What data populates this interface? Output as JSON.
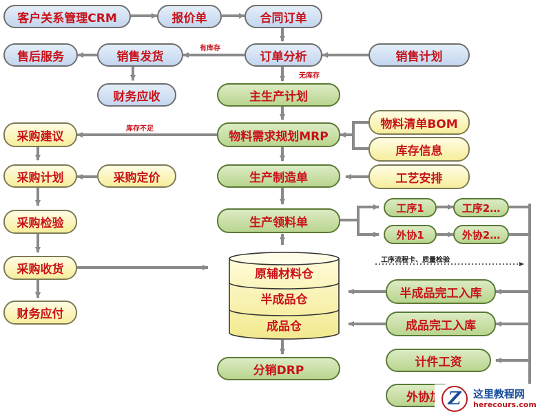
{
  "nodes": {
    "crm": "客户关系管理CRM",
    "quote": "报价单",
    "contract": "合同订单",
    "after_sales": "售后服务",
    "sales_delivery": "销售发货",
    "order_analysis": "订单分析",
    "sales_plan": "销售计划",
    "receivable": "财务应收",
    "mps": "主生产计划",
    "purchase_suggest": "采购建议",
    "mrp": "物料需求规划MRP",
    "bom": "物料清单BOM",
    "inventory_info": "库存信息",
    "purchase_plan": "采购计划",
    "purchase_pricing": "采购定价",
    "mfg_order": "生产制造单",
    "process_plan": "工艺安排",
    "purchase_inspect": "采购检验",
    "material_requisition": "生产领料单",
    "process1": "工序1",
    "process2": "工序2…",
    "outsource1": "外协1",
    "outsource2": "外协2…",
    "purchase_receive": "采购收货",
    "payable": "财务应付",
    "raw_warehouse": "原辅材料仓",
    "semi_warehouse": "半成品仓",
    "finished_warehouse": "成品仓",
    "semi_storage": "半成品完工入库",
    "finished_storage": "成品完工入库",
    "piece_wage": "计件工资",
    "outsource_partial": "外协加",
    "drp": "分销DRP"
  },
  "labels": {
    "in_stock": "有库存",
    "no_stock": "无库存",
    "stock_short": "库存不足",
    "process_card": "工序流程卡、质量检验"
  },
  "watermark": {
    "logo": "Z",
    "title": "这里教程网",
    "site": "herecours.com"
  },
  "colors": {
    "text": "#c8121a",
    "blue_node": "#c3d6ee",
    "green_node": "#b9d58f",
    "yellow_node": "#f6ee9c",
    "arrow": "#8a8a8a"
  }
}
